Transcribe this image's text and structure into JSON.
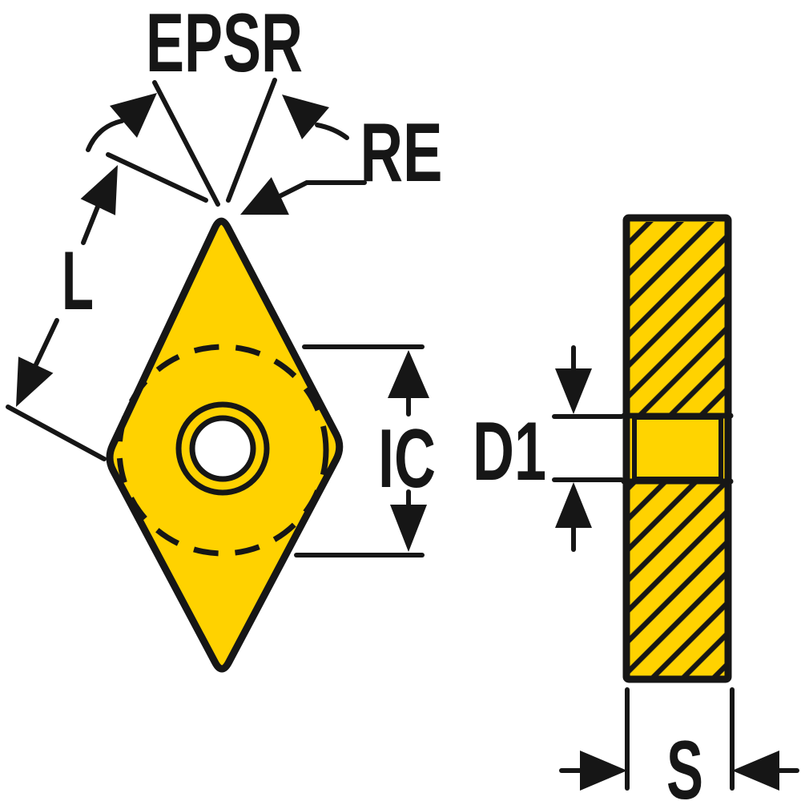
{
  "diagram": {
    "description_labels": {
      "point_angle": "EPSR",
      "corner_radius": "RE",
      "cutting_edge_length": "L",
      "inscribed_circle": "IC",
      "hole_diameter": "D1",
      "thickness": "S"
    }
  },
  "labels": {
    "point_angle": "EPSR",
    "corner_radius": "RE",
    "cutting_edge_length": "L",
    "inscribed_circle": "IC",
    "hole_diameter": "D1",
    "thickness": "S"
  },
  "colors": {
    "insert_yellow": "#FFD200",
    "insert_yellow_bright": "#FFD400",
    "line_black": "#161616",
    "background": "#FFFFFF"
  }
}
